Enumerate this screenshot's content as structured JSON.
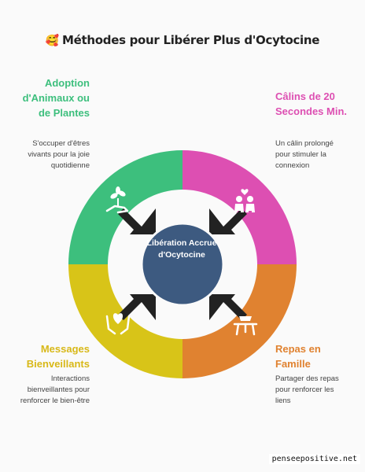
{
  "title": "Méthodes pour Libérer Plus d'Ocytocine",
  "title_emoji": "🥰",
  "center": "Libération Accrue d'Ocytocine",
  "segments": {
    "top_left": {
      "heading": "Adoption d'Animaux ou de Plantes",
      "description": "S'occuper d'êtres vivants pour la joie quotidienne",
      "color": "#3dbf7d",
      "icon": "plant-hand-icon"
    },
    "top_right": {
      "heading": "Câlins de 20 Secondes Min.",
      "description": "Un câlin prolongé pour stimuler la connexion",
      "color": "#dd4fb2",
      "icon": "hugging-people-icon"
    },
    "bottom_left": {
      "heading": "Messages Bienveillants",
      "description": "Interactions bienveillantes pour renforcer le bien-être",
      "color": "#d8c418",
      "icon": "heart-hands-icon"
    },
    "bottom_right": {
      "heading": "Repas en Famille",
      "description": "Partager des repas pour renforcer les liens",
      "color": "#e08230",
      "icon": "dining-table-icon"
    }
  },
  "watermark": "penseepositive.net"
}
